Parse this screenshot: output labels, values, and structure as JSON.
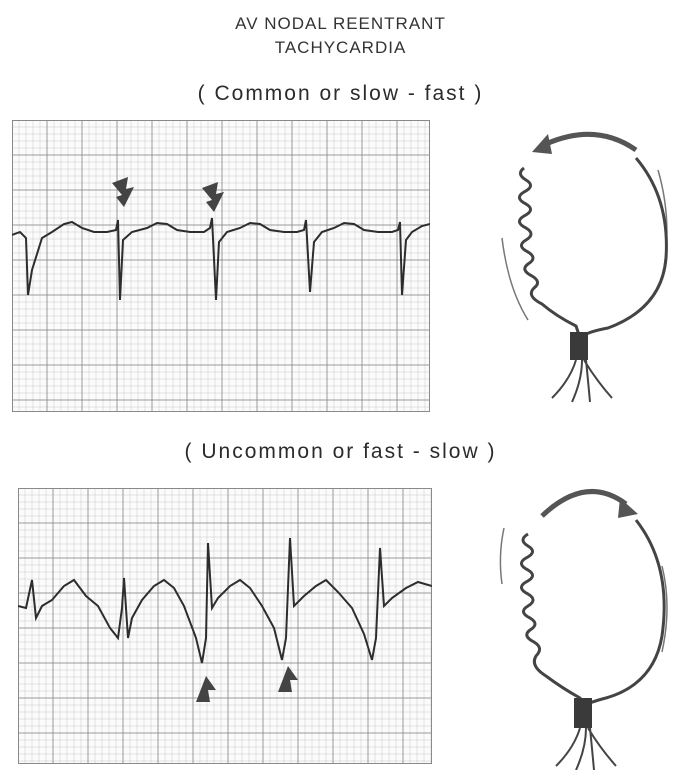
{
  "title": {
    "line1": "AV NODAL REENTRANT",
    "line2": "TACHYCARDIA"
  },
  "panels": [
    {
      "subtitle": "( Common or slow - fast )",
      "ecg_icon": "ecg-strip",
      "marker_icon": "arrow-down-icon",
      "arrow_direction": "counterclockwise"
    },
    {
      "subtitle": "( Uncommon or fast - slow )",
      "ecg_icon": "ecg-strip",
      "marker_icon": "arrow-up-icon",
      "arrow_direction": "clockwise"
    }
  ],
  "colors": {
    "grid": "#8a8a8a",
    "trace": "#2d2d2d",
    "arrow": "#555555",
    "node": "#3a3a3a"
  }
}
